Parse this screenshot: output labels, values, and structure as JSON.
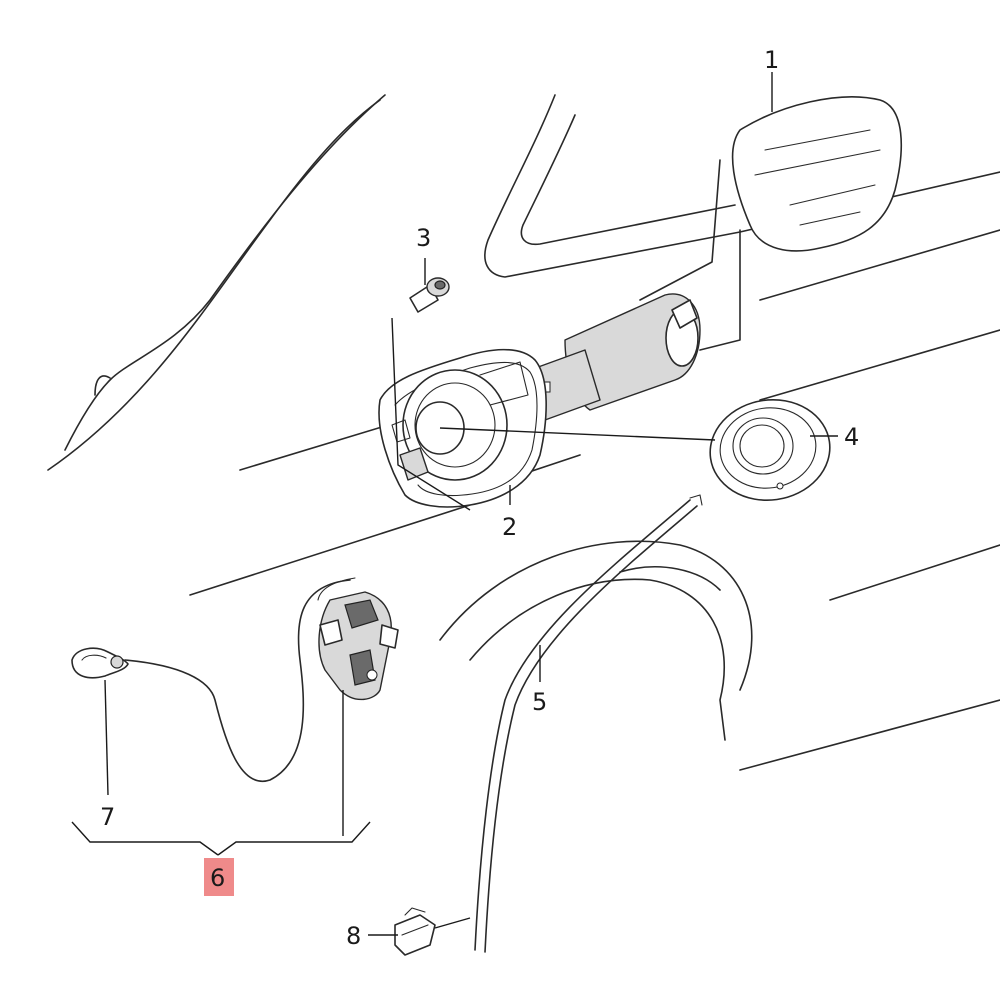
{
  "callouts": {
    "c1": "1",
    "c2": "2",
    "c3": "3",
    "c4": "4",
    "c5": "5",
    "c6": "6",
    "c7": "7",
    "c8": "8"
  },
  "colors": {
    "highlight": "#ef8a8a",
    "line": "#2a2a2a"
  },
  "highlighted_callout": "6"
}
